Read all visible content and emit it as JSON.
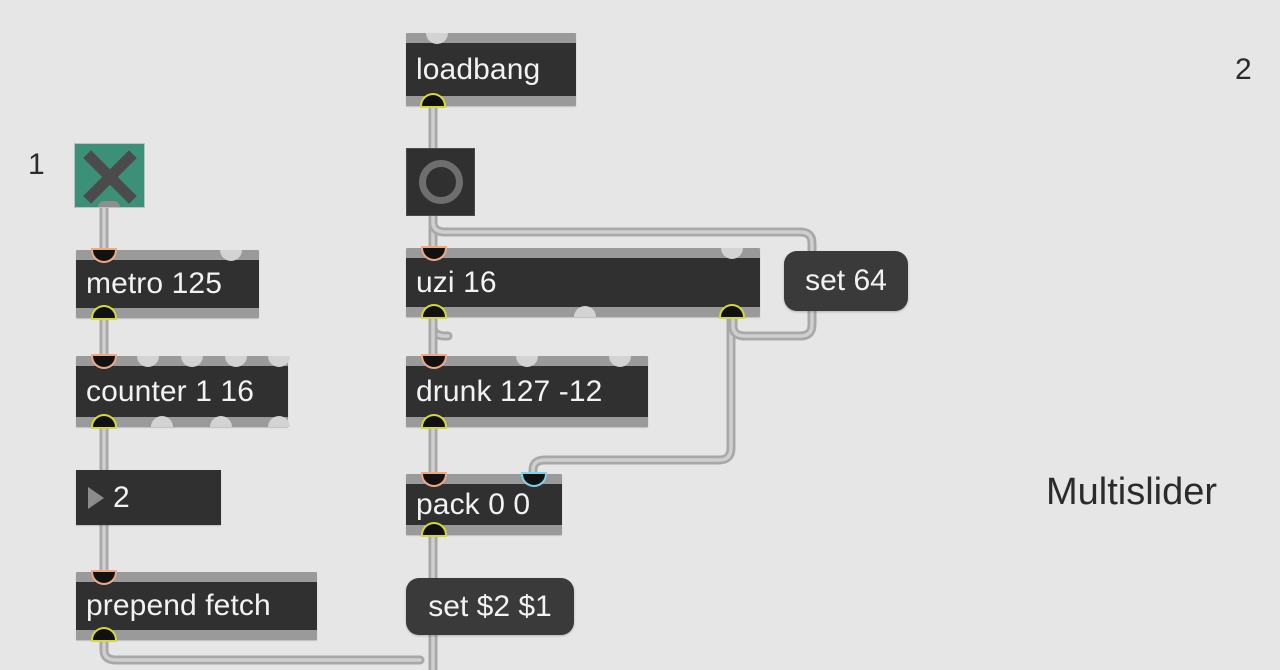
{
  "patcher": {
    "background_color": "#e6e6e6",
    "title": "Max patcher canvas"
  },
  "objects": {
    "toggle": {
      "name": "toggle",
      "state": "on",
      "color": "#3c9077"
    },
    "loadbang": {
      "text": "loadbang"
    },
    "bang": {
      "name": "bang",
      "label": ""
    },
    "metro": {
      "text": "metro 125"
    },
    "uzi": {
      "text": "uzi 16"
    },
    "set64": {
      "text": "set 64"
    },
    "counter": {
      "text": "counter 1 16"
    },
    "drunk": {
      "text": "drunk 127 -12"
    },
    "numberbox": {
      "value": "2"
    },
    "pack": {
      "text": "pack 0 0"
    },
    "prepend": {
      "text": "prepend fetch"
    },
    "setmsg": {
      "text": "set $2 $1"
    }
  },
  "comments": {
    "one": "1",
    "two": "2",
    "multislider": "Multislider"
  }
}
